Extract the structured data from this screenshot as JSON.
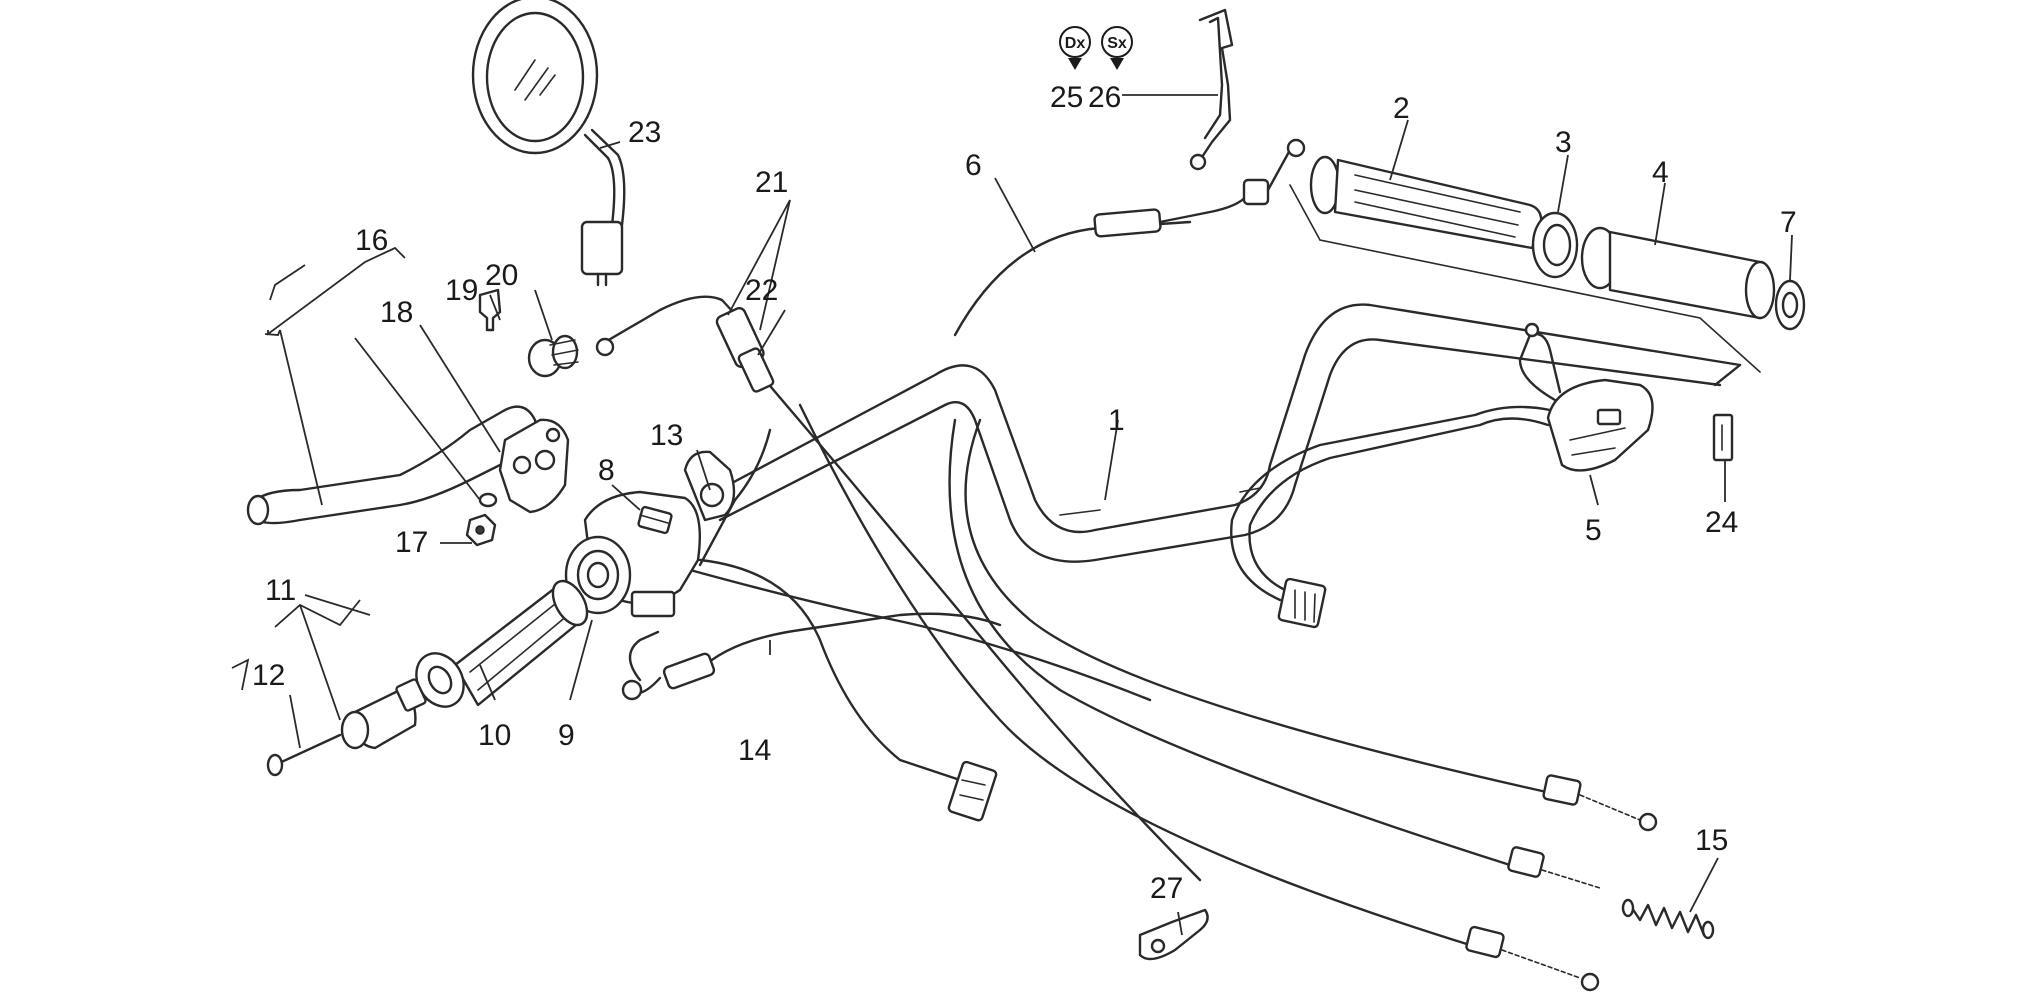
{
  "callouts": {
    "p1": "1",
    "p2": "2",
    "p3": "3",
    "p4": "4",
    "p5": "5",
    "p6": "6",
    "p7": "7",
    "p8": "8",
    "p9": "9",
    "p10": "10",
    "p11": "11",
    "p12": "12",
    "p13": "13",
    "p14": "14",
    "p15": "15",
    "p16": "16",
    "p17": "17",
    "p18": "18",
    "p19": "19",
    "p20": "20",
    "p21": "21",
    "p22": "22",
    "p23": "23",
    "p24": "24",
    "p25": "25",
    "p26": "26",
    "p27": "27"
  },
  "badges": {
    "dx": "Dx",
    "sx": "Sx"
  },
  "colors": {
    "line": "#2a2a2a",
    "background": "#ffffff"
  }
}
